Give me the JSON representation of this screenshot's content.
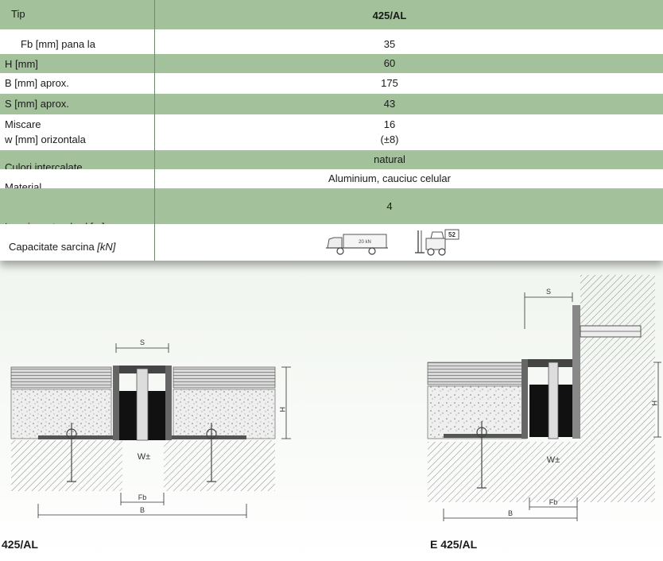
{
  "table": {
    "tip_label": "Tip",
    "tip_value": "425/AL",
    "fb_label": "Fb [mm] pana la",
    "fb_value": "35",
    "h_label": "H [mm]",
    "h_value": "60",
    "b_label": "B [mm] aprox.",
    "b_value": "175",
    "s_label": "S [mm] aprox.",
    "s_value": "43",
    "miscare_label": "Miscare",
    "w_label": "w [mm] orizontala",
    "miscare_value": "16",
    "w_value": "(±8)",
    "culori_label": "Culori intercalate",
    "culori_value": "natural",
    "material_label": "Material",
    "material_value": "Aluminium, cauciuc celular",
    "lungime_label": "Lungime standard [m]",
    "lungime_value": "4",
    "capacitate_label": "Capacitate sarcina",
    "capacitate_unit": "[kN]",
    "truck_plate": "20 kN",
    "forklift_value": "52"
  },
  "drawings": {
    "left_caption": "425/AL",
    "right_caption": "E 425/AL",
    "dim_s": "S",
    "dim_h": "H",
    "dim_b": "B",
    "dim_fb": "Fb",
    "dim_w": "W±"
  },
  "colors": {
    "row_green": "#a3c19b",
    "row_white": "#ffffff",
    "background": "#eef3ec"
  }
}
